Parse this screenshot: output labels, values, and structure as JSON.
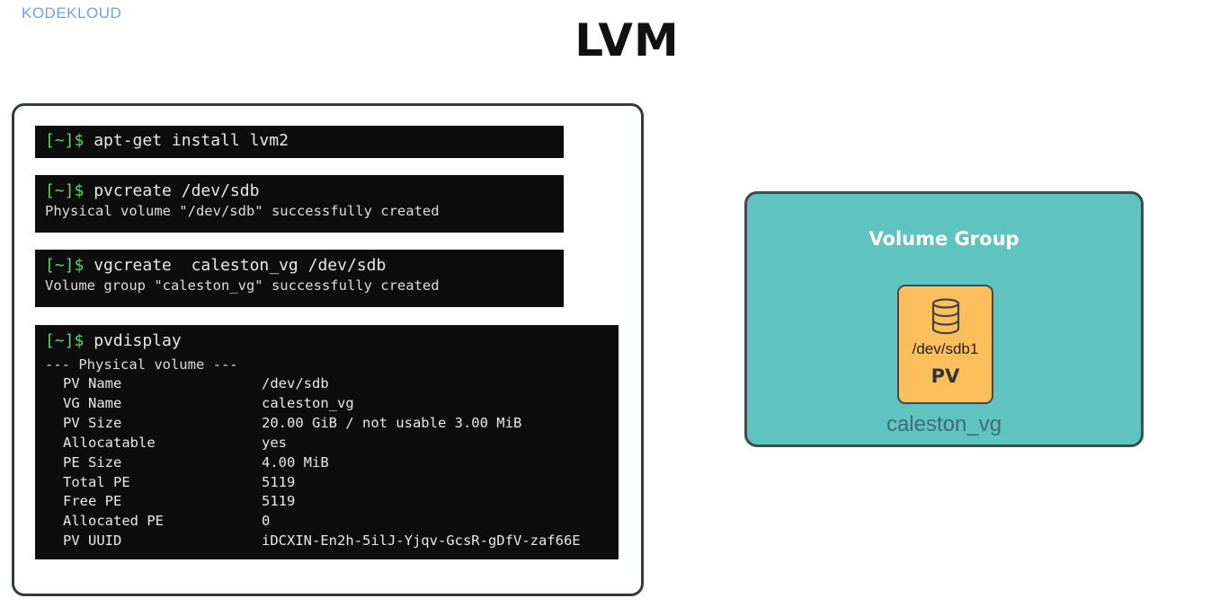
{
  "brand": {
    "logo": "KODEKLOUD"
  },
  "title": "LVM",
  "terminals": [
    {
      "prompt": "[~]$",
      "command": " apt-get install lvm2",
      "output": []
    },
    {
      "prompt": "[~]$",
      "command": " pvcreate /dev/sdb",
      "output": [
        "Physical volume \"/dev/sdb\" successfully created"
      ]
    },
    {
      "prompt": "[~]$",
      "command": " vgcreate  caleston_vg /dev/sdb",
      "output": [
        "Volume group \"caleston_vg\" successfully created"
      ]
    },
    {
      "prompt": "[~]$",
      "command": " pvdisplay",
      "header": "--- Physical volume ---",
      "fields": [
        {
          "key": "PV Name",
          "value": "/dev/sdb"
        },
        {
          "key": "VG Name",
          "value": "caleston_vg"
        },
        {
          "key": "PV Size",
          "value": "20.00 GiB / not usable 3.00 MiB"
        },
        {
          "key": "Allocatable",
          "value": "yes"
        },
        {
          "key": "PE Size",
          "value": "4.00 MiB"
        },
        {
          "key": "Total PE",
          "value": "5119"
        },
        {
          "key": "Free PE",
          "value": "5119"
        },
        {
          "key": "Allocated PE",
          "value": "0"
        },
        {
          "key": "PV UUID",
          "value": "iDCXIN-En2h-5ilJ-Yjqv-GcsR-gDfV-zaf66E"
        }
      ]
    }
  ],
  "volume_group": {
    "title": "Volume Group",
    "pv": {
      "icon": "database-icon",
      "device": "/dev/sdb1",
      "label": "PV"
    },
    "name": "caleston_vg"
  },
  "colors": {
    "prompt": "#62d36f",
    "terminal_bg": "#0d0d0d",
    "vg_fill": "#5fc3c0",
    "pv_fill": "#fdbf5b"
  }
}
